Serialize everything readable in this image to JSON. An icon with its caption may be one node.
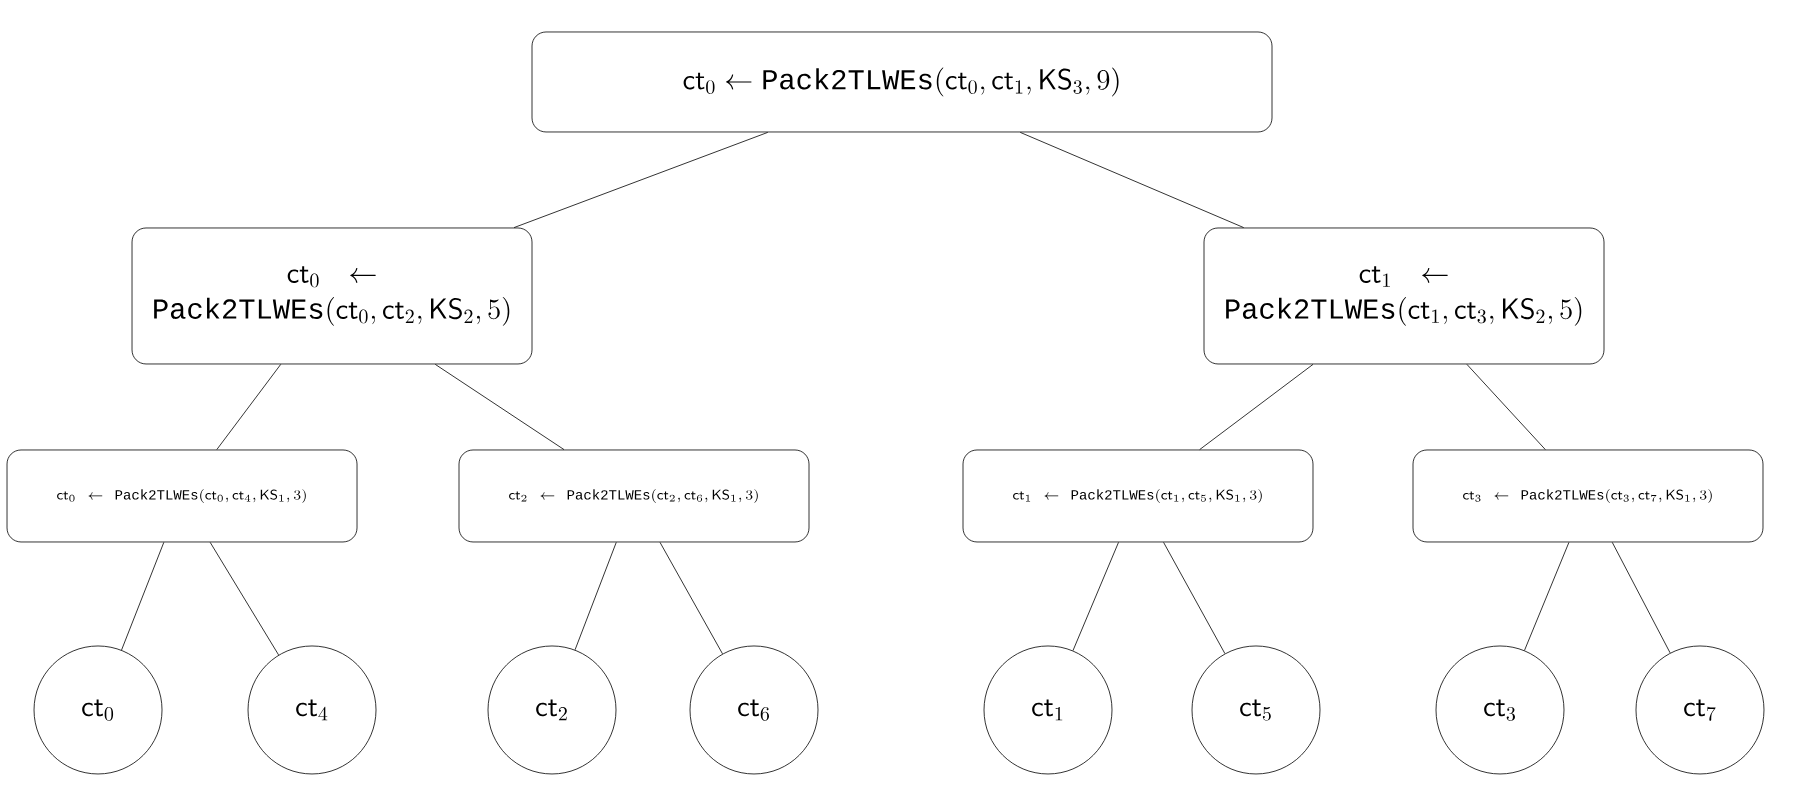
{
  "diagram": {
    "nodes": [
      {
        "text": [
          "\\mathsf{ct}_0 \\leftarrow \\texttt{Pack2TLWEs}(\\mathsf{ct}_0, \\mathsf{ct}_1, \\mathsf{KS}_3, 9)"
        ]
      },
      {
        "text": [
          "\\mathsf{ct}_0 \\leftarrow \\texttt{Pack2TLWEs}(\\mathsf{ct}_0, \\mathsf{ct}_2, \\mathsf{KS}_2, 5)"
        ]
      },
      {
        "text": [
          "\\mathsf{ct}_1 \\leftarrow \\texttt{Pack2TLWEs}(\\mathsf{ct}_1, \\mathsf{ct}_3, \\mathsf{KS}_2, 5)"
        ]
      },
      {
        "text": [
          "\\mathsf{ct}_0 \\leftarrow \\texttt{Pack2TLWEs}(\\mathsf{ct}_0, \\mathsf{ct}_4, \\mathsf{KS}_1, 3)"
        ]
      },
      {
        "text": [
          "\\mathsf{ct}_2 \\leftarrow \\texttt{Pack2TLWEs}(\\mathsf{ct}_2, \\mathsf{ct}_6, \\mathsf{KS}_1, 3)"
        ]
      },
      {
        "text": [
          "\\mathsf{ct}_1 \\leftarrow \\texttt{Pack2TLWEs}(\\mathsf{ct}_1, \\mathsf{ct}_5, \\mathsf{KS}_1, 3)"
        ]
      },
      {
        "text": [
          "\\mathsf{ct}_3 \\leftarrow \\texttt{Pack2TLWEs}(\\mathsf{ct}_3, \\mathsf{ct}_7, \\mathsf{KS}_1, 3)"
        ]
      },
      {
        "text": [
          "\\mathsf{ct}_0"
        ]
      },
      {
        "text": [
          "\\mathsf{ct}_4"
        ]
      },
      {
        "text": [
          "\\mathsf{ct}_2"
        ]
      },
      {
        "text": [
          "\\mathsf{ct}_6"
        ]
      },
      {
        "text": [
          "\\mathsf{ct}_1"
        ]
      },
      {
        "text": [
          "\\mathsf{ct}_5"
        ]
      },
      {
        "text": [
          "\\mathsf{ct}_3"
        ]
      },
      {
        "text": [
          "\\mathsf{ct}_7"
        ]
      }
    ],
    "edges": [
      {
        "from": 0,
        "to": 1,
        "arrow": "none"
      },
      {
        "from": 0,
        "to": 2,
        "arrow": "none"
      },
      {
        "from": 1,
        "to": 3,
        "arrow": "none"
      },
      {
        "from": 1,
        "to": 4,
        "arrow": "none"
      },
      {
        "from": 2,
        "to": 5,
        "arrow": "none"
      },
      {
        "from": 2,
        "to": 6,
        "arrow": "none"
      },
      {
        "from": 3,
        "to": 7,
        "arrow": "none"
      },
      {
        "from": 3,
        "to": 8,
        "arrow": "none"
      },
      {
        "from": 4,
        "to": 9,
        "arrow": "none"
      },
      {
        "from": 4,
        "to": 10,
        "arrow": "none"
      },
      {
        "from": 5,
        "to": 11,
        "arrow": "none"
      },
      {
        "from": 5,
        "to": 12,
        "arrow": "none"
      },
      {
        "from": 6,
        "to": 13,
        "arrow": "none"
      },
      {
        "from": 6,
        "to": 14,
        "arrow": "none"
      }
    ]
  }
}
